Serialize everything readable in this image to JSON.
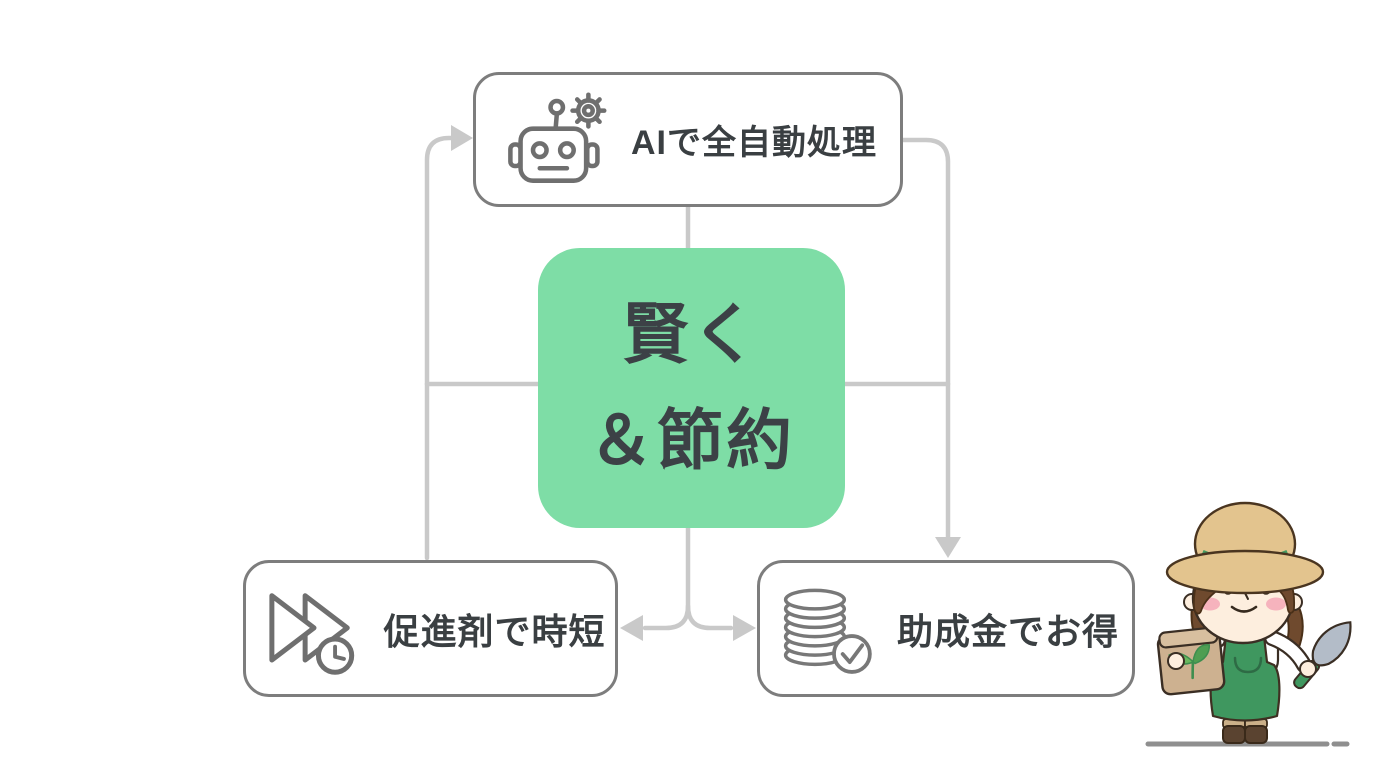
{
  "diagram": {
    "center_node": {
      "line1": "賢く",
      "line2": "＆節約",
      "bg_color": "#7edda6",
      "text_color": "#3c4146"
    },
    "nodes": [
      {
        "id": "ai",
        "label": "AIで全自動処理",
        "icon": "robot-gear-icon"
      },
      {
        "id": "accelerant",
        "label": "促進剤で時短",
        "icon": "fast-forward-clock-icon"
      },
      {
        "id": "subsidy",
        "label": "助成金でお得",
        "icon": "coins-check-icon"
      }
    ],
    "style": {
      "node_border_color": "#7d7d7d",
      "node_bg_color": "#ffffff",
      "connector_color": "#c9c9c9",
      "label_color": "#3a3f42",
      "icon_color": "#6f6f6f"
    }
  },
  "illustration": {
    "name": "gardener-character",
    "elements": [
      "straw-hat",
      "green-hat-band",
      "green-apron",
      "seed-bag-with-sprout",
      "garden-trowel",
      "ground-line"
    ]
  }
}
